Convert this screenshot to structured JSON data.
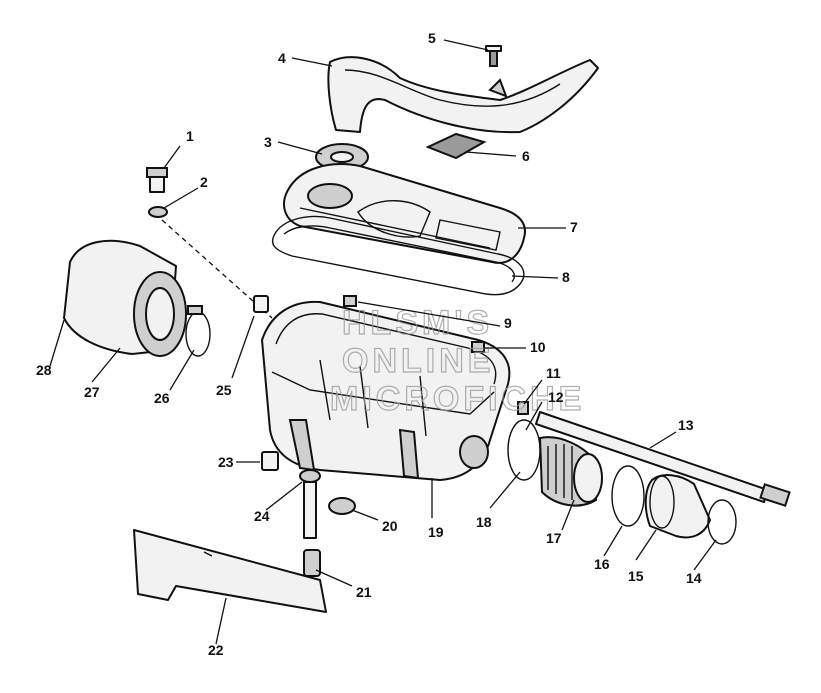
{
  "watermark": {
    "line1": "HLSM'S",
    "line2": "ONLINE",
    "line3": "MICROFICHE"
  },
  "callouts": [
    {
      "label": "1"
    },
    {
      "label": "2"
    },
    {
      "label": "3"
    },
    {
      "label": "4"
    },
    {
      "label": "5"
    },
    {
      "label": "6"
    },
    {
      "label": "7"
    },
    {
      "label": "8"
    },
    {
      "label": "9"
    },
    {
      "label": "10"
    },
    {
      "label": "11"
    },
    {
      "label": "12"
    },
    {
      "label": "13"
    },
    {
      "label": "14"
    },
    {
      "label": "15"
    },
    {
      "label": "16"
    },
    {
      "label": "17"
    },
    {
      "label": "18"
    },
    {
      "label": "19"
    },
    {
      "label": "20"
    },
    {
      "label": "21"
    },
    {
      "label": "22"
    },
    {
      "label": "23"
    },
    {
      "label": "24"
    },
    {
      "label": "25"
    },
    {
      "label": "26"
    },
    {
      "label": "27"
    },
    {
      "label": "28"
    }
  ],
  "colors": {
    "line": "#111111",
    "part_fill": "#f2f2f2",
    "watermark": "#9a9a9a"
  }
}
